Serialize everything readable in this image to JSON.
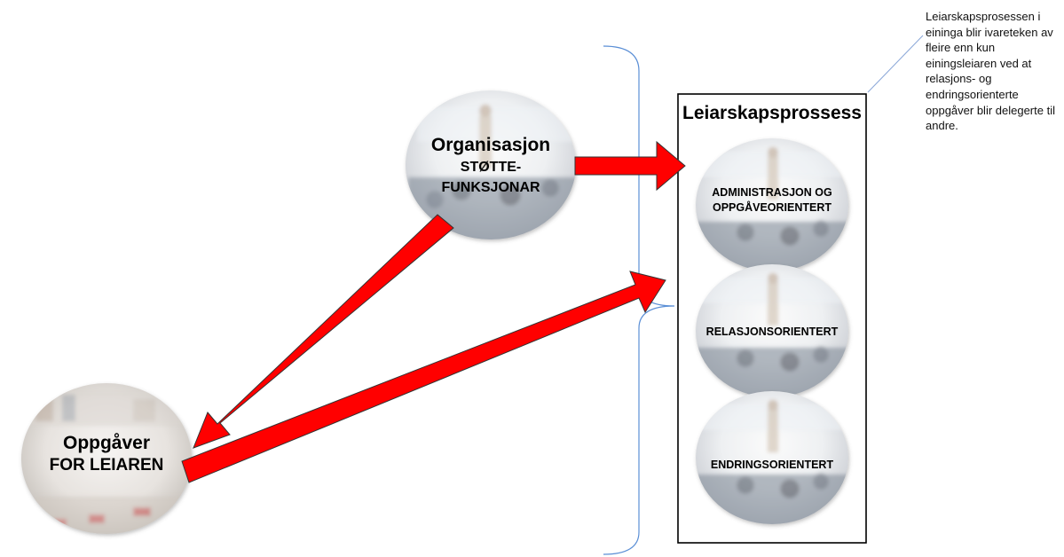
{
  "callout": {
    "text": "Leiarskapsprosessen i eininga blir ivareteken av fleire enn kun einingsleiaren ved at relasjons- og endringsorienterte oppgåver blir delegerte til andre."
  },
  "organisasjon": {
    "title": "Organisasjon",
    "subtitle_line1": "STØTTE-",
    "subtitle_line2": "FUNKSJONAR"
  },
  "oppgaver": {
    "title": "Oppgåver",
    "subtitle": "FOR LEIAREN"
  },
  "leiarskapsprosess": {
    "title": "Leiarskapsprossess",
    "items": [
      {
        "line1": "ADMINISTRASJON OG",
        "line2": "OPPGÅVEORIENTERT"
      },
      {
        "line1": "RELASJONSORIENTERT",
        "line2": ""
      },
      {
        "line1": "ENDRINGSORIENTERT",
        "line2": ""
      }
    ]
  },
  "colors": {
    "arrow": "#ff0000",
    "bracket": "#5b8fd6",
    "callout_line": "#8aa7d8"
  }
}
